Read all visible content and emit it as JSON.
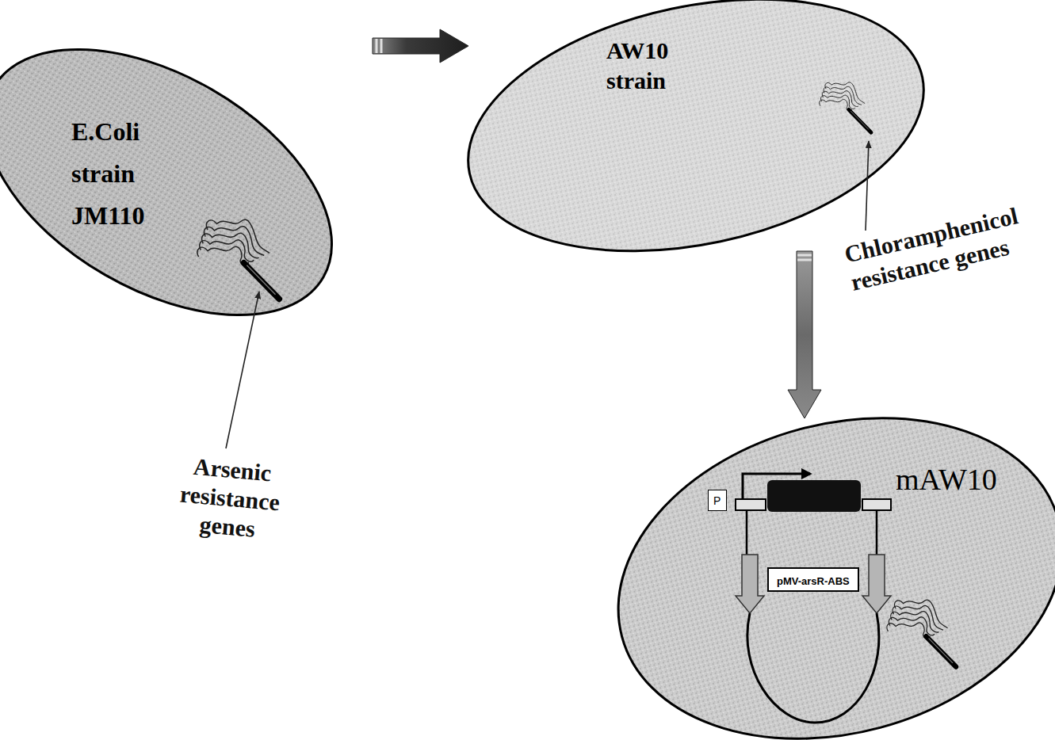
{
  "diagram": {
    "nodes": [
      {
        "text": [
          "E.Coli strain JM110"
        ]
      },
      {
        "text": [
          "AW10 strain"
        ]
      },
      {
        "text": [
          "mAW10"
        ]
      },
      {
        "text": [
          "P"
        ],
        "in": 2
      },
      {
        "text": [
          "pMV-arsR-ABS"
        ],
        "in": 2
      }
    ],
    "edges": [
      {
        "from": 0,
        "to": 1,
        "arrow": "to"
      },
      {
        "from": 1,
        "to": 2,
        "arrow": "to"
      }
    ],
    "labels": [
      "Arsenic resistance genes",
      "Chloramphenicol resistance genes"
    ]
  }
}
